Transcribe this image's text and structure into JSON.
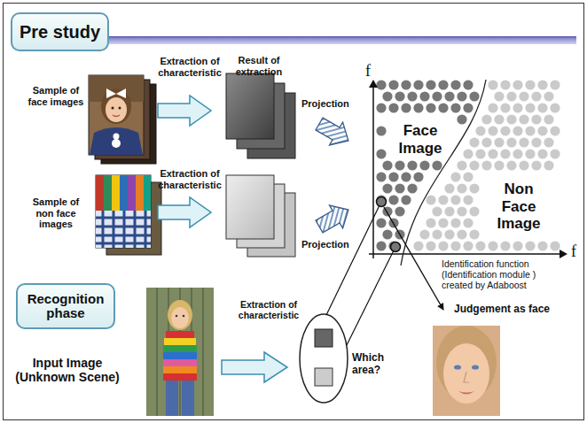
{
  "diagram": {
    "nodes": [
      {
        "text": [
          "Pre study"
        ]
      },
      {
        "text": [
          "Recognition phase"
        ]
      }
    ],
    "labels": [
      "Result of extraction",
      "Sample of face images",
      "Extraction of characteristic",
      "Projection",
      "f",
      "Face Image",
      "Sample of non face images",
      "Extraction of characteristic",
      "Non Face Image",
      "Projection",
      "f",
      "Identification function (Identification module ) created by Adaboost",
      "Extraction of characteristic",
      "Input Image (Unknown Scene)",
      "Which area?",
      "Judgement as face"
    ]
  }
}
